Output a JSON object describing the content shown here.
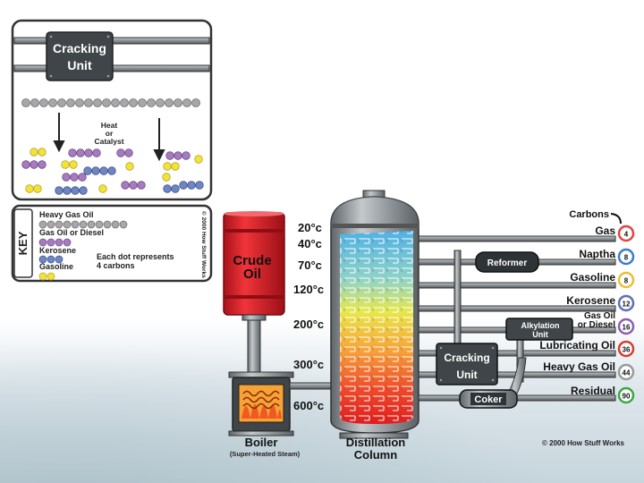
{
  "cracking_inset": {
    "unit_label_line1": "Cracking",
    "unit_label_line2": "Unit",
    "heat_line1": "Heat",
    "heat_line2": "or",
    "heat_line3": "Catalyst",
    "credit": "© 2000 How Stuff Works"
  },
  "key": {
    "title": "KEY",
    "heavy_gas_oil": "Heavy Gas Oil",
    "gas_oil_or_diesel": "Gas Oil or Diesel",
    "kerosene": "Kerosene",
    "gasoline": "Gasoline",
    "note_line1": "Each dot represents",
    "note_line2": "4 carbons"
  },
  "colors": {
    "heavy_gas_oil": "#a7a7a9",
    "gas_oil_or_diesel": "#a77bbf",
    "kerosene": "#6e86c4",
    "gasoline": "#f2e23a",
    "crude_barrel": "#e21b23",
    "pipe": "#6d7275",
    "column_body": "#8b9196"
  },
  "barrel": {
    "line1": "Crude",
    "line2": "Oil"
  },
  "temperatures": [
    "20°c",
    "40°c",
    "70°c",
    "120°c",
    "200°c",
    "300°c",
    "600°c"
  ],
  "boiler": {
    "label": "Boiler",
    "sublabel": "(Super-Heated Steam)"
  },
  "column": {
    "line1": "Distillation",
    "line2": "Column"
  },
  "side_units": {
    "reformer": "Reformer",
    "alkylation_line1": "Alkylation",
    "alkylation_line2": "Unit",
    "cracking_line1": "Cracking",
    "cracking_line2": "Unit",
    "coker": "Coker"
  },
  "carbons_header": "Carbons",
  "products": [
    {
      "name": "Gas",
      "carbons": "4",
      "ring": "#e4453a"
    },
    {
      "name": "Naptha",
      "carbons": "8",
      "ring": "#3a7dc9"
    },
    {
      "name": "Gasoline",
      "carbons": "8",
      "ring": "#e8c233"
    },
    {
      "name": "Kerosene",
      "carbons": "12",
      "ring": "#5a6fb8"
    },
    {
      "name_line1": "Gas Oil",
      "name_line2": "or Diesel",
      "carbons": "16",
      "ring": "#8b5fb0"
    },
    {
      "name": "Lubricating Oil",
      "carbons": "36",
      "ring": "#d63b2f"
    },
    {
      "name": "Heavy Gas Oil",
      "carbons": "44",
      "ring": "#9a9a9a"
    },
    {
      "name": "Residual",
      "carbons": "90",
      "ring": "#3aa845"
    }
  ],
  "credit": "© 2000 How Stuff Works"
}
